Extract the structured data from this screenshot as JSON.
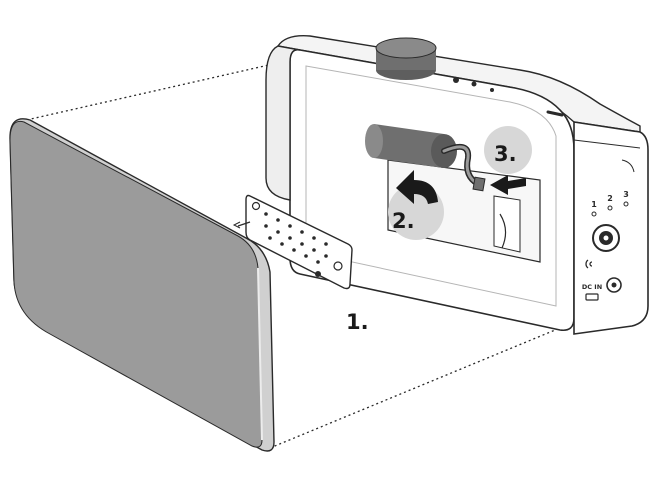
{
  "steps": {
    "step1": "1.",
    "step2": "2.",
    "step3": "3."
  },
  "device_markings": {
    "preset_1": "1",
    "preset_2": "2",
    "preset_3": "3",
    "power_input": "DC IN"
  },
  "colors": {
    "line": "#2a2a2a",
    "panel_fill": "#9b9b9b",
    "panel_edge": "#e6e6e6",
    "device_body": "#ffffff",
    "knob": "#6f6f6f",
    "pointer_circle": "#d7d7d7",
    "arrow": "#1a1a1a"
  }
}
